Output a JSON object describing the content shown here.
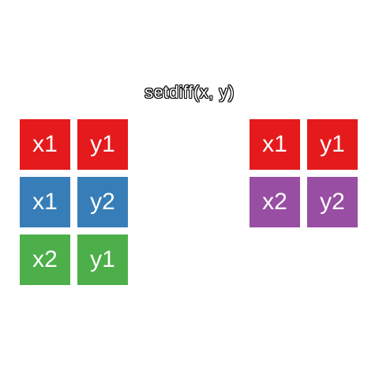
{
  "title": "setdiff(x, y)",
  "colors": {
    "red": "#e41a1c",
    "blue": "#377eb8",
    "green": "#4daf4a",
    "purple": "#984ea3"
  },
  "left_table": [
    {
      "color": "#e41a1c",
      "cells": [
        "x1",
        "y1"
      ]
    },
    {
      "color": "#377eb8",
      "cells": [
        "x1",
        "y2"
      ]
    },
    {
      "color": "#4daf4a",
      "cells": [
        "x2",
        "y1"
      ]
    }
  ],
  "right_table": [
    {
      "color": "#e41a1c",
      "cells": [
        "x1",
        "y1"
      ]
    },
    {
      "color": "#984ea3",
      "cells": [
        "x2",
        "y2"
      ]
    }
  ]
}
